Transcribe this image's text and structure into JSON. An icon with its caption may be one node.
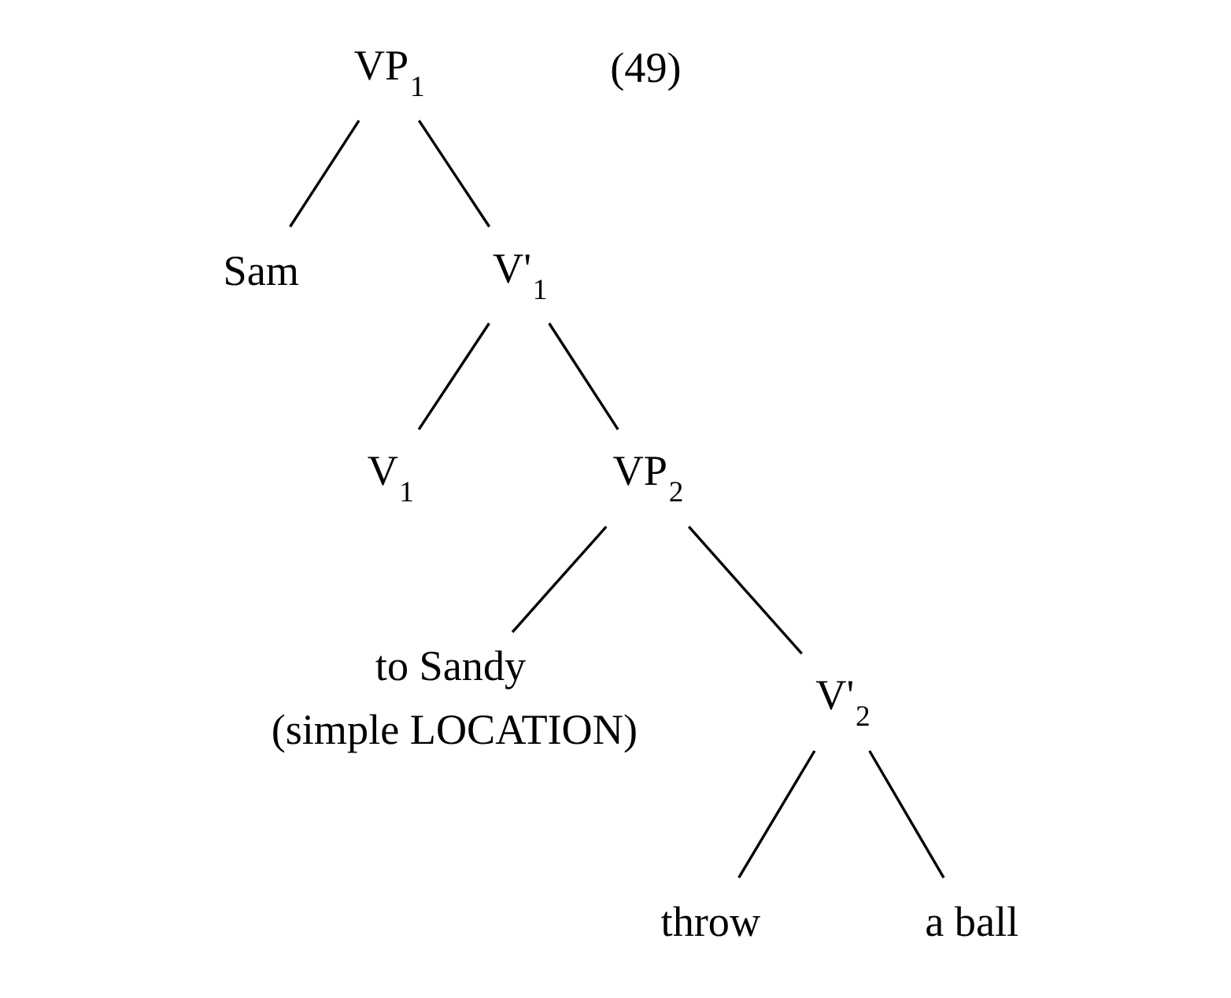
{
  "diagram": {
    "nodes": [
      {
        "text": [
          "VP$_{1}$"
        ]
      },
      {
        "text": [
          "Sam"
        ]
      },
      {
        "text": [
          "V'$_{1}$"
        ]
      },
      {
        "text": [
          "V$_{1}$"
        ]
      },
      {
        "text": [
          "VP$_{2}$"
        ]
      },
      {
        "text": [
          "to Sandy"
        ],
        "beside": [
          "(simple LOCATION)"
        ]
      },
      {
        "text": [
          "V'$_{2}$"
        ]
      },
      {
        "text": [
          "throw"
        ]
      },
      {
        "text": [
          "a ball"
        ]
      }
    ],
    "edges": [
      {
        "from": 0,
        "to": 1,
        "arrow": "none"
      },
      {
        "from": 0,
        "to": 2,
        "arrow": "none"
      },
      {
        "from": 2,
        "to": 3,
        "arrow": "none"
      },
      {
        "from": 2,
        "to": 4,
        "arrow": "none"
      },
      {
        "from": 4,
        "to": 5,
        "arrow": "none"
      },
      {
        "from": 4,
        "to": 6,
        "arrow": "none"
      },
      {
        "from": 6,
        "to": 7,
        "arrow": "none"
      },
      {
        "from": 6,
        "to": 8,
        "arrow": "none"
      }
    ],
    "labels": [
      "(49)"
    ]
  }
}
